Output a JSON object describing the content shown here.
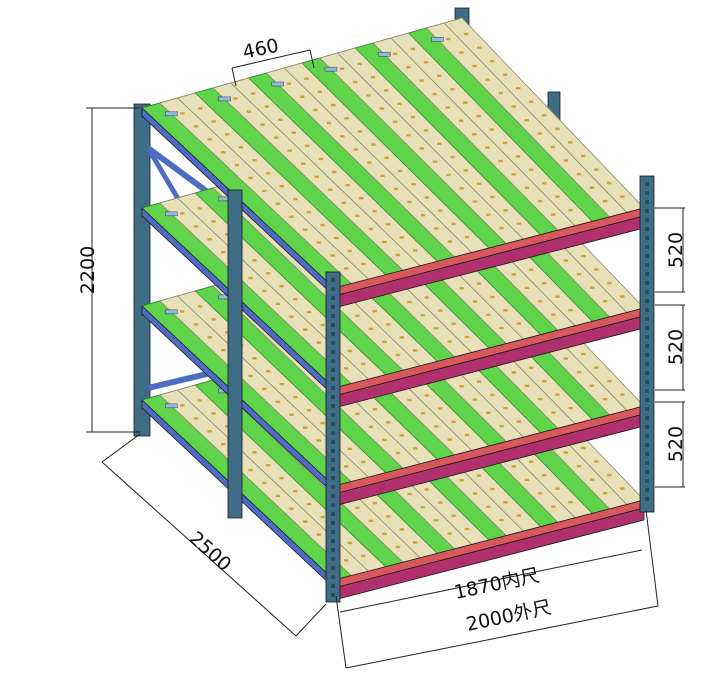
{
  "drawing": {
    "colors": {
      "upright": "#3f6d86",
      "upright_dark": "#274a5c",
      "brace": "#4e6cc4",
      "front_beam": "#b0306e",
      "beam_top": "#d8585c",
      "rail": "#5fd44a",
      "rail_dark": "#2f8f2b",
      "roller_track": "#e8e0b8",
      "roller": "#caa23a",
      "stop_plate": "#8cc0d8"
    },
    "dimensions": {
      "height_total": "2200",
      "level_pitch": [
        "520",
        "520",
        "520"
      ],
      "top_spacing": "460",
      "depth": "2500",
      "inner_width": "1870内尺",
      "outer_width": "2000外尺"
    }
  }
}
